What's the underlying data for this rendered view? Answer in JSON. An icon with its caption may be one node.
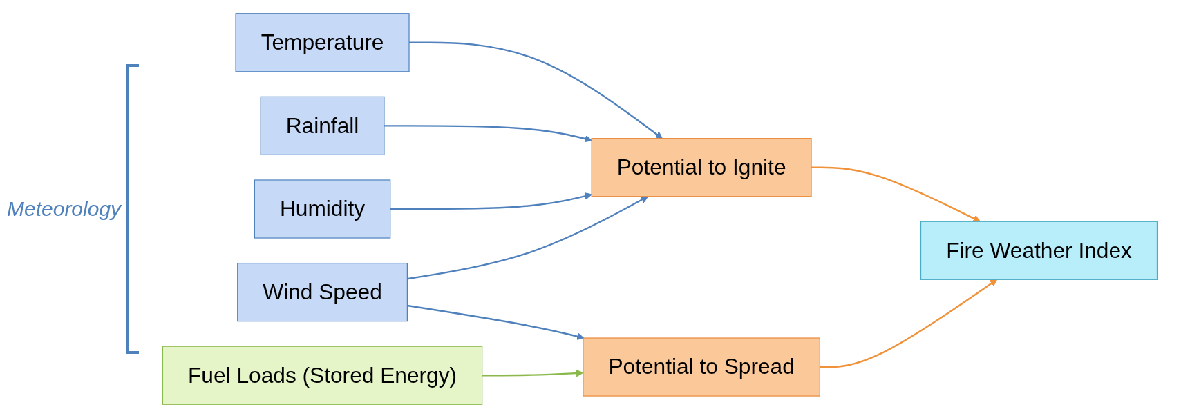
{
  "diagram": {
    "nodes": [
      {
        "text": [
          "Temperature"
        ]
      },
      {
        "text": [
          "Rainfall"
        ]
      },
      {
        "text": [
          "Humidity"
        ]
      },
      {
        "text": [
          "Wind Speed"
        ]
      },
      {
        "text": [
          "Fuel Loads (Stored Energy)"
        ]
      },
      {
        "text": [
          "Potential to Ignite"
        ]
      },
      {
        "text": [
          "Potential to Spread"
        ]
      },
      {
        "text": [
          "Fire Weather Index"
        ]
      }
    ],
    "edges": [
      {
        "from": 0,
        "to": 5,
        "arrow": "to"
      },
      {
        "from": 1,
        "to": 5,
        "arrow": "to"
      },
      {
        "from": 2,
        "to": 5,
        "arrow": "to"
      },
      {
        "from": 3,
        "to": 5,
        "arrow": "to"
      },
      {
        "from": 3,
        "to": 6,
        "arrow": "to"
      },
      {
        "from": 4,
        "to": 6,
        "arrow": "to",
        "color": "#8ab84a"
      },
      {
        "from": 5,
        "to": 7,
        "arrow": "to",
        "color": "#f0923a"
      },
      {
        "from": 6,
        "to": 7,
        "arrow": "to",
        "color": "#f0923a"
      }
    ],
    "labels": [
      "Meteorology"
    ]
  }
}
